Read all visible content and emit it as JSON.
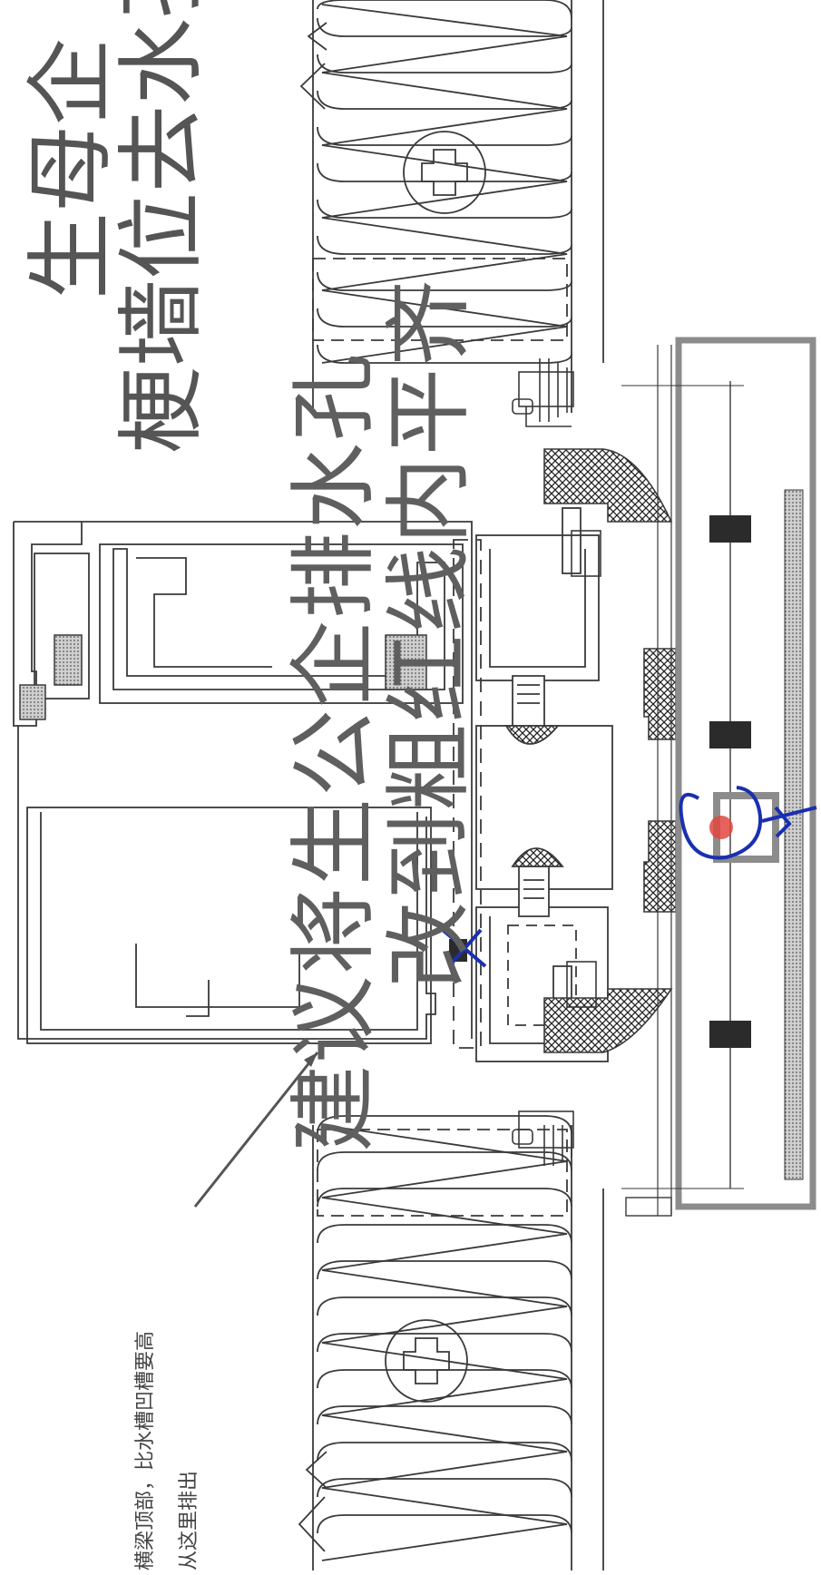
{
  "title": {
    "line1": "生母企",
    "line2": "梗墙位去水孔+"
  },
  "suggestion": {
    "line1": "建议将生公企排水孔",
    "line2": "改到粗红线内平齐"
  },
  "note": {
    "line1": "横梁顶部，比水槽凹槽要高",
    "line2": "从这里排出"
  },
  "colors": {
    "line": "#3a3a3a",
    "hatch": "#2f2f2f",
    "gray_frame": "#8c8c8c",
    "annotation_blue": "#1a2fb0",
    "annotation_red": "#e0483f",
    "rubber": "#2b2b2b"
  }
}
